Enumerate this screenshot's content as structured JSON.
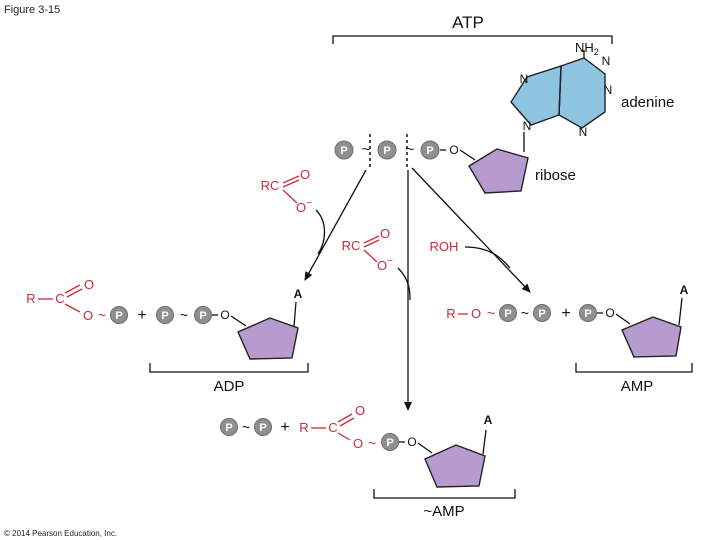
{
  "figure_label": "Figure 3-15",
  "copyright": "© 2014 Pearson Education, Inc.",
  "atp": {
    "title": "ATP",
    "nh2": "NH",
    "nh2_sub": "2",
    "n": "N",
    "adenine": "adenine",
    "ribose": "ribose",
    "p": "P",
    "tilde": "~",
    "o": "O"
  },
  "carboxylate": {
    "rc": "RC",
    "o": "O",
    "o_minus": "O",
    "minus": "−"
  },
  "roh": "ROH",
  "adp_product": {
    "r": "R",
    "c": "C",
    "o": "O",
    "p": "P",
    "tilde": "~",
    "plus": "+",
    "a": "A",
    "label": "ADP"
  },
  "amp_product": {
    "r": "R",
    "o": "O",
    "dash": "—",
    "p": "P",
    "tilde": "~",
    "plus": "+",
    "a": "A",
    "label": "AMP"
  },
  "acyl_amp_product": {
    "p": "P",
    "tilde": "~",
    "plus": "+",
    "r": "R",
    "c": "C",
    "o": "O",
    "a": "A",
    "label": "~AMP"
  }
}
